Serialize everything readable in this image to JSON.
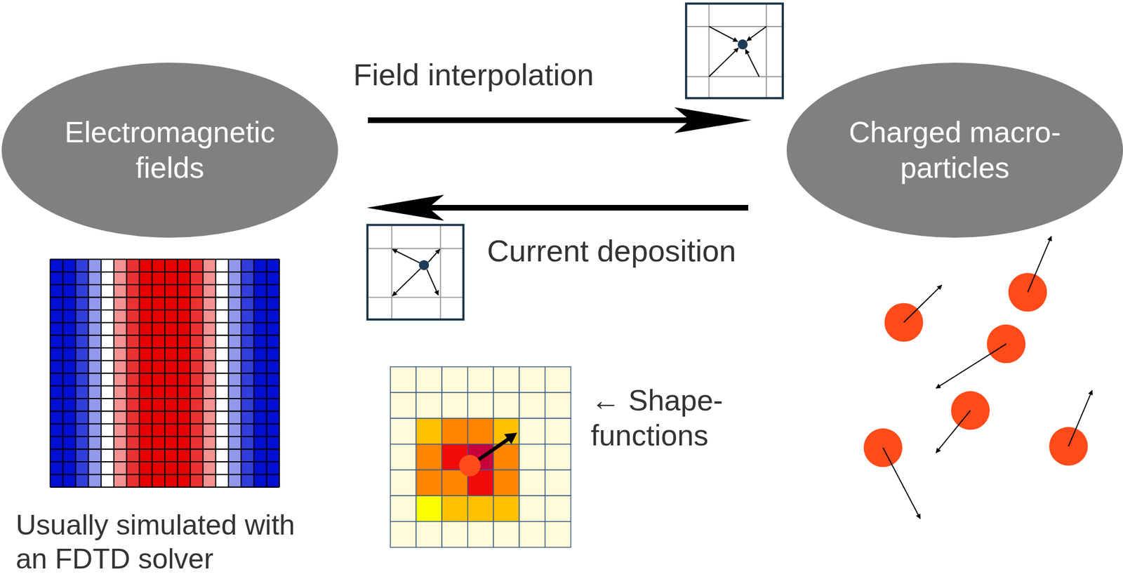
{
  "diagram": {
    "nodes": [
      {
        "text": [
          "Electromagnetic fields"
        ]
      },
      {
        "text": [
          "Charged macro- particles"
        ]
      }
    ],
    "edges": [
      {
        "from": 0,
        "to": 1,
        "label": "Field interpolation",
        "arrow": "to"
      },
      {
        "from": 1,
        "to": 0,
        "label": "Current deposition",
        "arrow": "to"
      }
    ],
    "labels": [
      "← Shape- functions",
      "Usually simulated with an FDTD solver"
    ]
  }
}
